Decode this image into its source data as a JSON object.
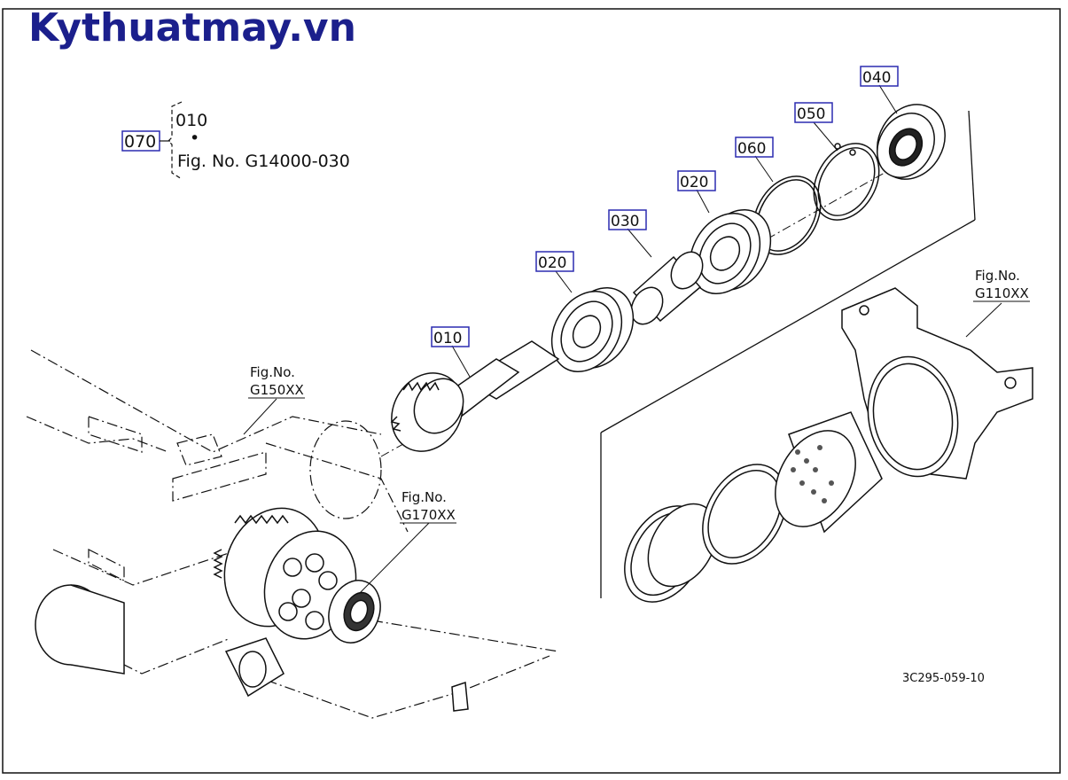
{
  "brand": "Kythuatmay.vn",
  "legend": {
    "parent": "070",
    "child": "010",
    "dot": "•",
    "ref": "Fig. No. G14000-030"
  },
  "callouts": {
    "c040": "040",
    "c050": "050",
    "c060": "060",
    "c020a": "020",
    "c030": "030",
    "c020b": "020",
    "c010": "010"
  },
  "figrefs": {
    "g110": {
      "a": "Fig.No.",
      "b": "G110XX"
    },
    "g150": {
      "a": "Fig.No.",
      "b": "G150XX"
    },
    "g170": {
      "a": "Fig.No.",
      "b": "G170XX"
    }
  },
  "doc_id": "3C295-059-10",
  "colors": {
    "brand": "#1b1f8c",
    "callout_box": "#2b2bb0",
    "line": "#111111"
  }
}
